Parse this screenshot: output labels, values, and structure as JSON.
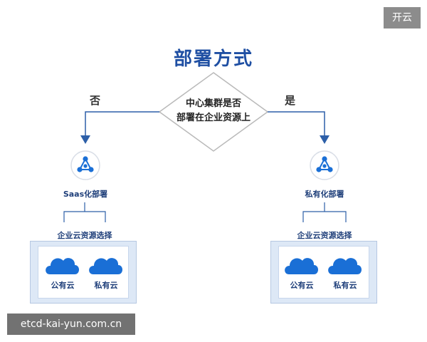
{
  "badge": {
    "label": "开云"
  },
  "title": "部署方式",
  "decision": {
    "line1": "中心集群是否",
    "line2": "部署在企业资源上"
  },
  "branches": {
    "no": {
      "label": "否",
      "node_label": "Saas化部署",
      "select_label": "企业云资源选择",
      "options": [
        "公有云",
        "私有云"
      ]
    },
    "yes": {
      "label": "是",
      "node_label": "私有化部署",
      "select_label": "企业云资源选择",
      "options": [
        "公有云",
        "私有云"
      ]
    }
  },
  "watermark": "etcd-kai-yun.com.cn",
  "colors": {
    "primary": "#1a6fd6",
    "title": "#1f4fa3",
    "line": "#2d5fa8",
    "box_bg": "#dde8f6"
  },
  "icons": {
    "node": "hub-icon",
    "cloud": "cloud-icon",
    "arrow": "arrow-down-icon"
  }
}
